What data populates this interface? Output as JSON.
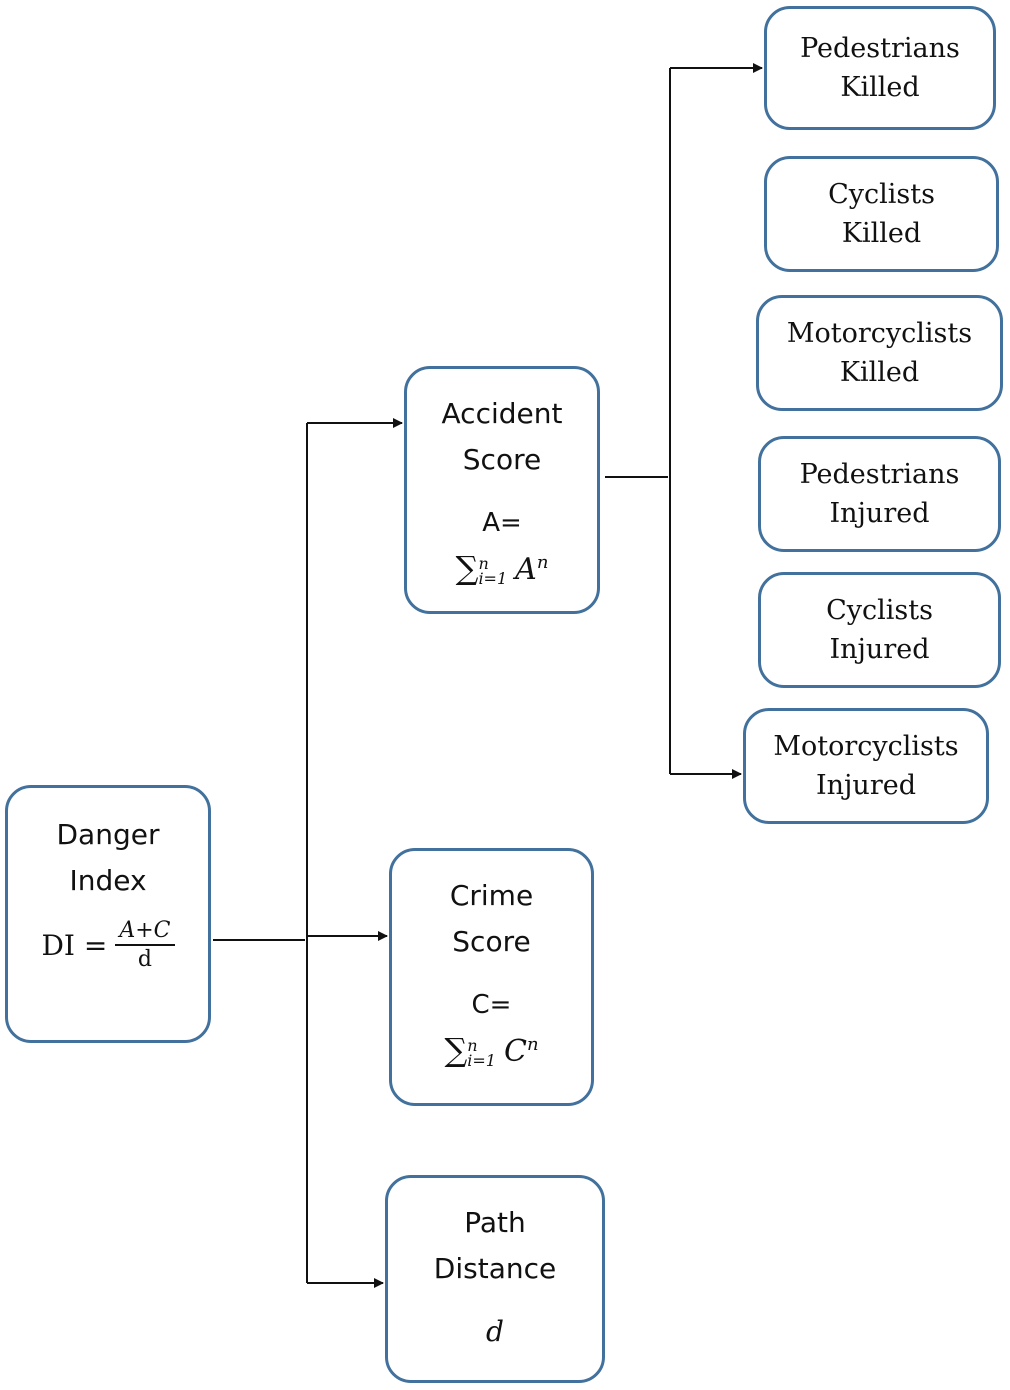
{
  "danger_index": {
    "title_line1": "Danger",
    "title_line2": "Index",
    "formula_lhs": "DI =",
    "formula_numerator": "A+C",
    "formula_denominator": "d"
  },
  "accident_score": {
    "title_line1": "Accident",
    "title_line2": "Score",
    "formula_eq": "A=",
    "sum_symbol": "∑",
    "sum_upper": "n",
    "sum_lower": "i=1",
    "term_var": "A",
    "term_power": "n"
  },
  "crime_score": {
    "title_line1": "Crime",
    "title_line2": "Score",
    "formula_eq": "C=",
    "sum_symbol": "∑",
    "sum_upper": "n",
    "sum_lower": "i=1",
    "term_var": "C",
    "term_power": "n"
  },
  "path_distance": {
    "title_line1": "Path",
    "title_line2": "Distance",
    "variable": "d"
  },
  "categories": [
    {
      "line1": "Pedestrians",
      "line2": "Killed"
    },
    {
      "line1": "Cyclists",
      "line2": "Killed"
    },
    {
      "line1": "Motorcyclists",
      "line2": "Killed"
    },
    {
      "line1": "Pedestrians",
      "line2": "Injured"
    },
    {
      "line1": "Cyclists",
      "line2": "Injured"
    },
    {
      "line1": "Motorcyclists",
      "line2": "Injured"
    }
  ],
  "colors": {
    "box_border": "#41719c",
    "line": "#111111"
  }
}
